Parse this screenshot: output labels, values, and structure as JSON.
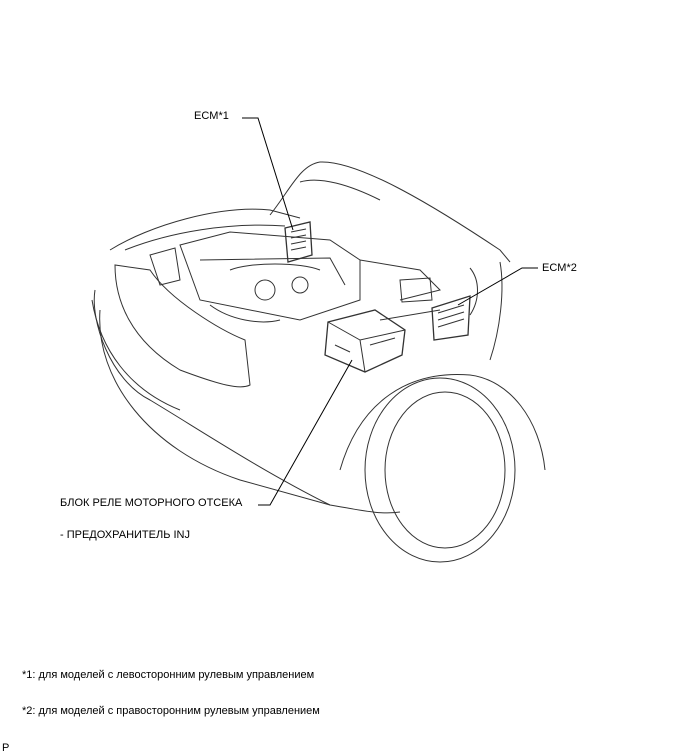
{
  "labels": {
    "ecm1": "ECM*1",
    "ecm2": "ECM*2",
    "relay_block": "БЛОК РЕЛЕ МОТОРНОГО ОТСЕКА",
    "fuse": "- ПРЕДОХРАНИТЕЛЬ INJ"
  },
  "notes": {
    "note1": "*1: для моделей с левосторонним рулевым управлением",
    "note2": "*2: для моделей с правосторонним рулевым управлением"
  },
  "corner_mark": "P"
}
